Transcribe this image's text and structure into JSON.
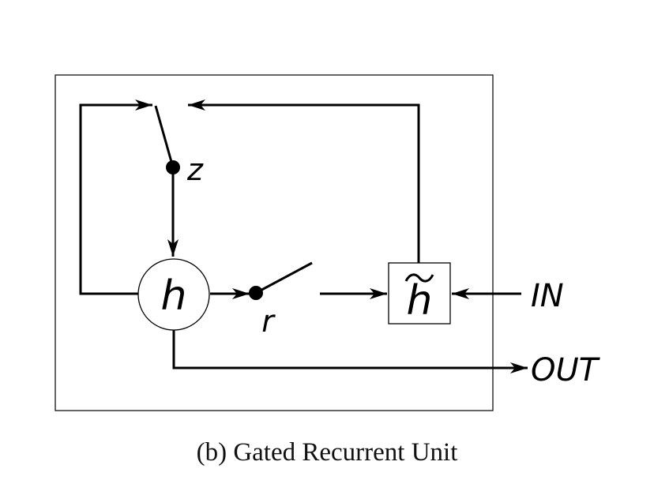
{
  "diagram": {
    "node_h": "h",
    "node_h_tilde": "h",
    "gate_z": "z",
    "gate_r": "r",
    "input_label": "IN",
    "output_label": "OUT"
  },
  "caption": "(b) Gated Recurrent Unit"
}
